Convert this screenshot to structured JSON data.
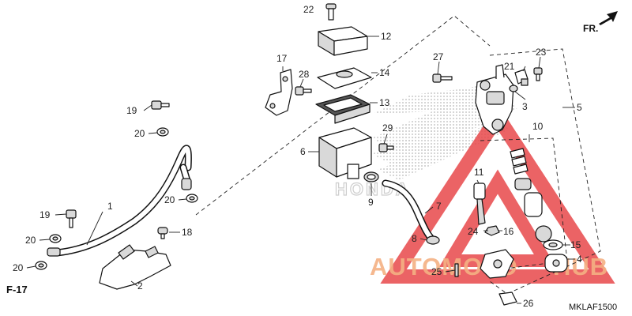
{
  "labels": {
    "direction": "FR.",
    "ref": "F-17",
    "diagram_code": "MKLAF1500",
    "watermark_left": "AUTOMOTO",
    "watermark_right": "HUB"
  },
  "callouts": [
    {
      "n": "1"
    },
    {
      "n": "2"
    },
    {
      "n": "3"
    },
    {
      "n": "4"
    },
    {
      "n": "5"
    },
    {
      "n": "6"
    },
    {
      "n": "7"
    },
    {
      "n": "8"
    },
    {
      "n": "9"
    },
    {
      "n": "10"
    },
    {
      "n": "11"
    },
    {
      "n": "12"
    },
    {
      "n": "13"
    },
    {
      "n": "14"
    },
    {
      "n": "15"
    },
    {
      "n": "16"
    },
    {
      "n": "17"
    },
    {
      "n": "18"
    },
    {
      "n": "19"
    },
    {
      "n": "19"
    },
    {
      "n": "20"
    },
    {
      "n": "20"
    },
    {
      "n": "20"
    },
    {
      "n": "20"
    },
    {
      "n": "21"
    },
    {
      "n": "22"
    },
    {
      "n": "23"
    },
    {
      "n": "24"
    },
    {
      "n": "25"
    },
    {
      "n": "26"
    },
    {
      "n": "27"
    },
    {
      "n": "28"
    },
    {
      "n": "29"
    }
  ],
  "colors": {
    "watermark_orange": "#f4b183",
    "watermark_red": "#e8484a",
    "logo_gray": "#b8b8b8",
    "line": "#222222"
  }
}
